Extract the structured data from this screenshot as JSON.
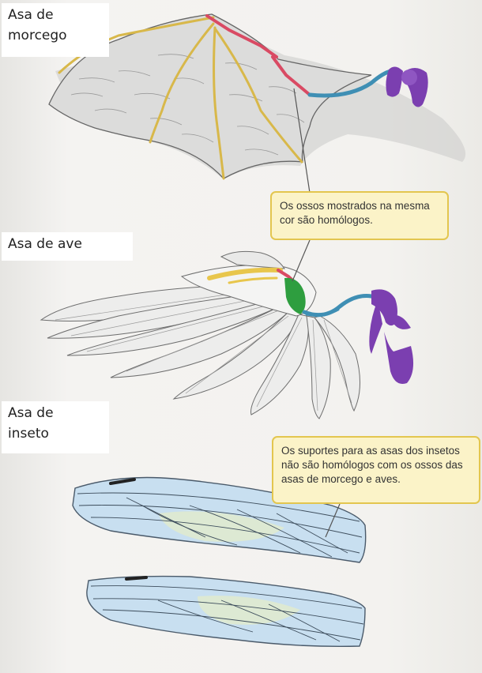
{
  "labels": {
    "bat_line1": "Asa de",
    "bat_line2": "morcego",
    "bird": "Asa de ave",
    "insect_line1": "Asa de",
    "insect_line2": "inseto"
  },
  "callouts": {
    "homologous": "Os ossos mostrados na mesma cor são homólogos.",
    "insect": "Os suportes para as asas dos insetos não são homólogos com os ossos das asas de morcego e aves."
  },
  "colors": {
    "humerus": "#7b3fb0",
    "radius_ulna": "#3f8fb4",
    "carpals": "#2e9e3f",
    "metacarpals": "#d94a63",
    "digits": "#e8c64c",
    "callout_fill": "#fbf3c8",
    "callout_border": "#e3c64f",
    "insect_wing": "#c8dff0"
  }
}
